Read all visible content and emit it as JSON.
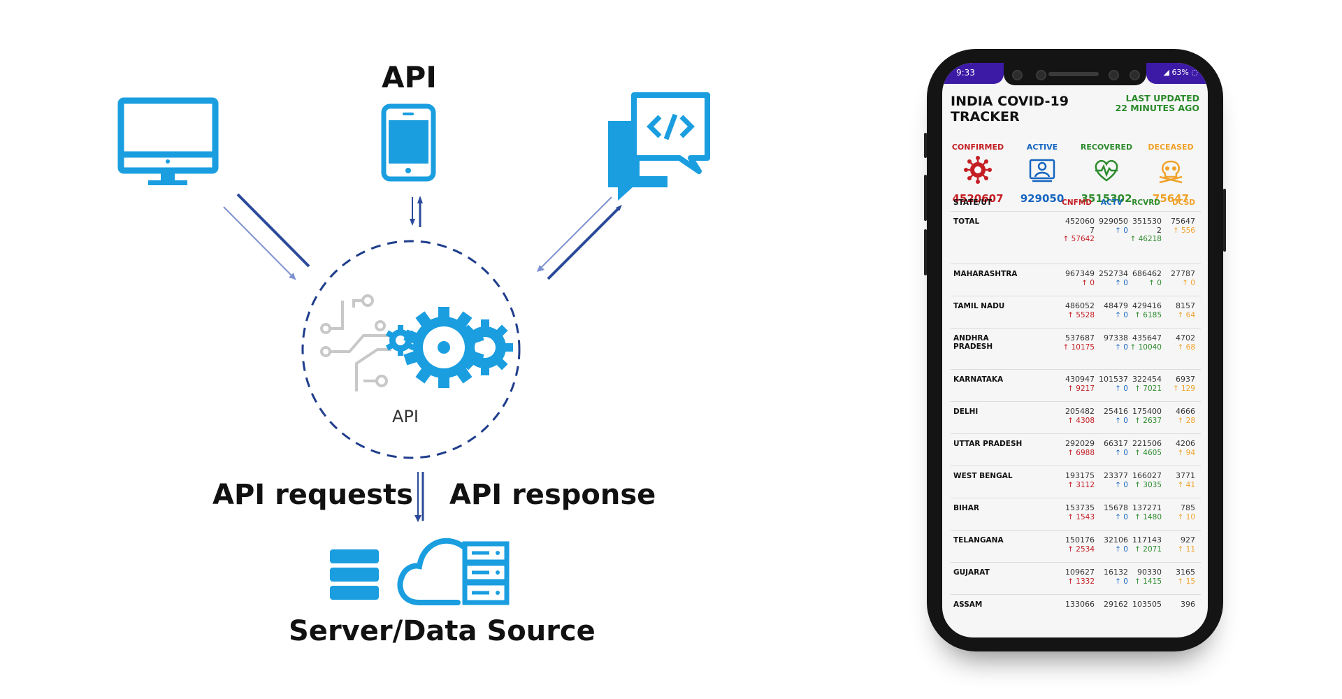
{
  "diagram": {
    "api_heading": "API",
    "api_center_label": "API",
    "api_requests_label": "API requests",
    "api_response_label": "API response",
    "server_label": "Server/Data Source",
    "colors": {
      "accent": "#1a9ee0",
      "arrow": "#2b4a9a",
      "arrow_light": "#5b78c4",
      "circuit": "#c8c8c8"
    },
    "icons": [
      "desktop-icon",
      "smartphone-icon",
      "code-chat-icon",
      "gears-icon",
      "circuit-icon",
      "database-icon",
      "cloud-server-icon"
    ]
  },
  "phone": {
    "status_time": "9:33",
    "status_battery": "63%",
    "app_title": "INDIA COVID-19 TRACKER",
    "last_updated_line1": "LAST UPDATED",
    "last_updated_line2": "22 MINUTES AGO",
    "stats": [
      {
        "label": "CONFIRMED",
        "value": "4520607",
        "color": "#c41f25",
        "icon": "virus-icon"
      },
      {
        "label": "ACTIVE",
        "value": "929050",
        "color": "#1565c0",
        "icon": "patient-icon"
      },
      {
        "label": "RECOVERED",
        "value": "3515302",
        "color": "#2e8b2e",
        "icon": "heartbeat-icon"
      },
      {
        "label": "DECEASED",
        "value": "75647",
        "color": "#f0a22a",
        "icon": "skull-icon"
      }
    ],
    "table": {
      "headers": [
        "STATE/UT",
        "CNFMD",
        "ACTV",
        "RCVRD",
        "DCSD"
      ],
      "rows": [
        {
          "state": "TOTAL",
          "c": "4520607",
          "cd": "↑ 57642",
          "a": "929050",
          "ad": "↑ 0",
          "r": "3515302",
          "rd": "↑ 46218",
          "d": "75647",
          "dd": "↑ 556"
        },
        {
          "state": "MAHARASHTRA",
          "c": "967349",
          "cd": "↑ 0",
          "a": "252734",
          "ad": "↑ 0",
          "r": "686462",
          "rd": "↑ 0",
          "d": "27787",
          "dd": "↑ 0"
        },
        {
          "state": "TAMIL NADU",
          "c": "486052",
          "cd": "↑ 5528",
          "a": "48479",
          "ad": "↑ 0",
          "r": "429416",
          "rd": "↑ 6185",
          "d": "8157",
          "dd": "↑ 64"
        },
        {
          "state": "ANDHRA PRADESH",
          "c": "537687",
          "cd": "↑ 10175",
          "a": "97338",
          "ad": "↑ 0",
          "r": "435647",
          "rd": "↑ 10040",
          "d": "4702",
          "dd": "↑ 68"
        },
        {
          "state": "KARNATAKA",
          "c": "430947",
          "cd": "↑ 9217",
          "a": "101537",
          "ad": "↑ 0",
          "r": "322454",
          "rd": "↑ 7021",
          "d": "6937",
          "dd": "↑ 129"
        },
        {
          "state": "DELHI",
          "c": "205482",
          "cd": "↑ 4308",
          "a": "25416",
          "ad": "↑ 0",
          "r": "175400",
          "rd": "↑ 2637",
          "d": "4666",
          "dd": "↑ 28"
        },
        {
          "state": "UTTAR PRADESH",
          "c": "292029",
          "cd": "↑ 6988",
          "a": "66317",
          "ad": "↑ 0",
          "r": "221506",
          "rd": "↑ 4605",
          "d": "4206",
          "dd": "↑ 94"
        },
        {
          "state": "WEST BENGAL",
          "c": "193175",
          "cd": "↑ 3112",
          "a": "23377",
          "ad": "↑ 0",
          "r": "166027",
          "rd": "↑ 3035",
          "d": "3771",
          "dd": "↑ 41"
        },
        {
          "state": "BIHAR",
          "c": "153735",
          "cd": "↑ 1543",
          "a": "15678",
          "ad": "↑ 0",
          "r": "137271",
          "rd": "↑ 1480",
          "d": "785",
          "dd": "↑ 10"
        },
        {
          "state": "TELANGANA",
          "c": "150176",
          "cd": "↑ 2534",
          "a": "32106",
          "ad": "↑ 0",
          "r": "117143",
          "rd": "↑ 2071",
          "d": "927",
          "dd": "↑ 11"
        },
        {
          "state": "GUJARAT",
          "c": "109627",
          "cd": "↑ 1332",
          "a": "16132",
          "ad": "↑ 0",
          "r": "90330",
          "rd": "↑ 1415",
          "d": "3165",
          "dd": "↑ 15"
        },
        {
          "state": "ASSAM",
          "c": "133066",
          "cd": "",
          "a": "29162",
          "ad": "",
          "r": "103505",
          "rd": "",
          "d": "396",
          "dd": ""
        }
      ]
    }
  }
}
